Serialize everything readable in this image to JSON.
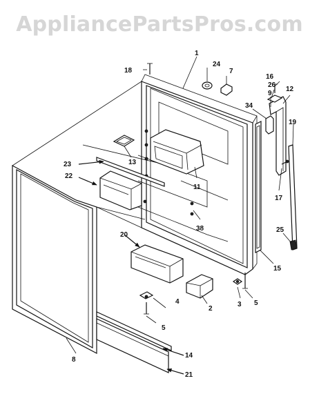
{
  "watermark": "AppliancePartsPros.com",
  "callouts": [
    {
      "id": "c1",
      "label": "1"
    },
    {
      "id": "c2",
      "label": "2"
    },
    {
      "id": "c3",
      "label": "3"
    },
    {
      "id": "c4",
      "label": "4"
    },
    {
      "id": "c5a",
      "label": "5"
    },
    {
      "id": "c5b",
      "label": "5"
    },
    {
      "id": "c7",
      "label": "7"
    },
    {
      "id": "c8",
      "label": "8"
    },
    {
      "id": "c9",
      "label": "9"
    },
    {
      "id": "c11",
      "label": "11"
    },
    {
      "id": "c12",
      "label": "12"
    },
    {
      "id": "c13",
      "label": "13"
    },
    {
      "id": "c14",
      "label": "14"
    },
    {
      "id": "c15",
      "label": "15"
    },
    {
      "id": "c16",
      "label": "16"
    },
    {
      "id": "c17",
      "label": "17"
    },
    {
      "id": "c18",
      "label": "18"
    },
    {
      "id": "c19",
      "label": "19"
    },
    {
      "id": "c20",
      "label": "20"
    },
    {
      "id": "c21",
      "label": "21"
    },
    {
      "id": "c22",
      "label": "22"
    },
    {
      "id": "c23",
      "label": "23"
    },
    {
      "id": "c24",
      "label": "24"
    },
    {
      "id": "c25",
      "label": "25"
    },
    {
      "id": "c26",
      "label": "26"
    },
    {
      "id": "c34",
      "label": "34"
    },
    {
      "id": "c38",
      "label": "38"
    }
  ]
}
